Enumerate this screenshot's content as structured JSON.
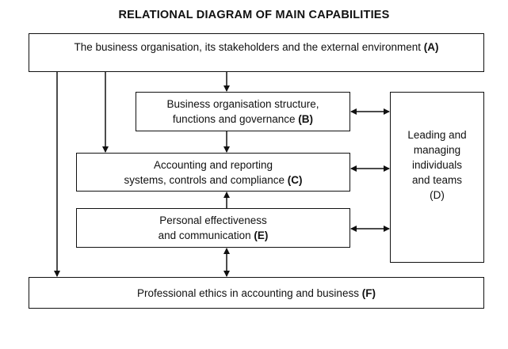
{
  "title": "RELATIONAL DIAGRAM OF MAIN CAPABILITIES",
  "nodes": {
    "A": {
      "text": "The business organisation, its stakeholders and the external environment ",
      "tag": "(A)"
    },
    "B": {
      "line1": "Business organisation structure,",
      "line2": "functions and governance ",
      "tag": "(B)"
    },
    "C": {
      "line1": "Accounting and reporting",
      "line2": "systems, controls and compliance ",
      "tag": "(C)"
    },
    "D": {
      "line1": "Leading and",
      "line2": "managing",
      "line3": "individuals",
      "line4": "and teams",
      "tag": "(D)"
    },
    "E": {
      "line1": "Personal effectiveness",
      "line2": "and communication ",
      "tag": "(E)"
    },
    "F": {
      "text": "Professional ethics in accounting and business ",
      "tag": "(F)"
    }
  },
  "edges": [
    {
      "from": "A",
      "to": "B",
      "type": "one-way"
    },
    {
      "from": "A",
      "to": "C",
      "type": "one-way"
    },
    {
      "from": "A",
      "to": "F",
      "type": "one-way"
    },
    {
      "from": "B",
      "to": "C",
      "type": "one-way"
    },
    {
      "from": "E",
      "to": "C",
      "type": "one-way"
    },
    {
      "from": "B",
      "to": "D",
      "type": "two-way"
    },
    {
      "from": "C",
      "to": "D",
      "type": "two-way"
    },
    {
      "from": "E",
      "to": "D",
      "type": "two-way"
    },
    {
      "from": "E",
      "to": "F",
      "type": "two-way"
    }
  ]
}
